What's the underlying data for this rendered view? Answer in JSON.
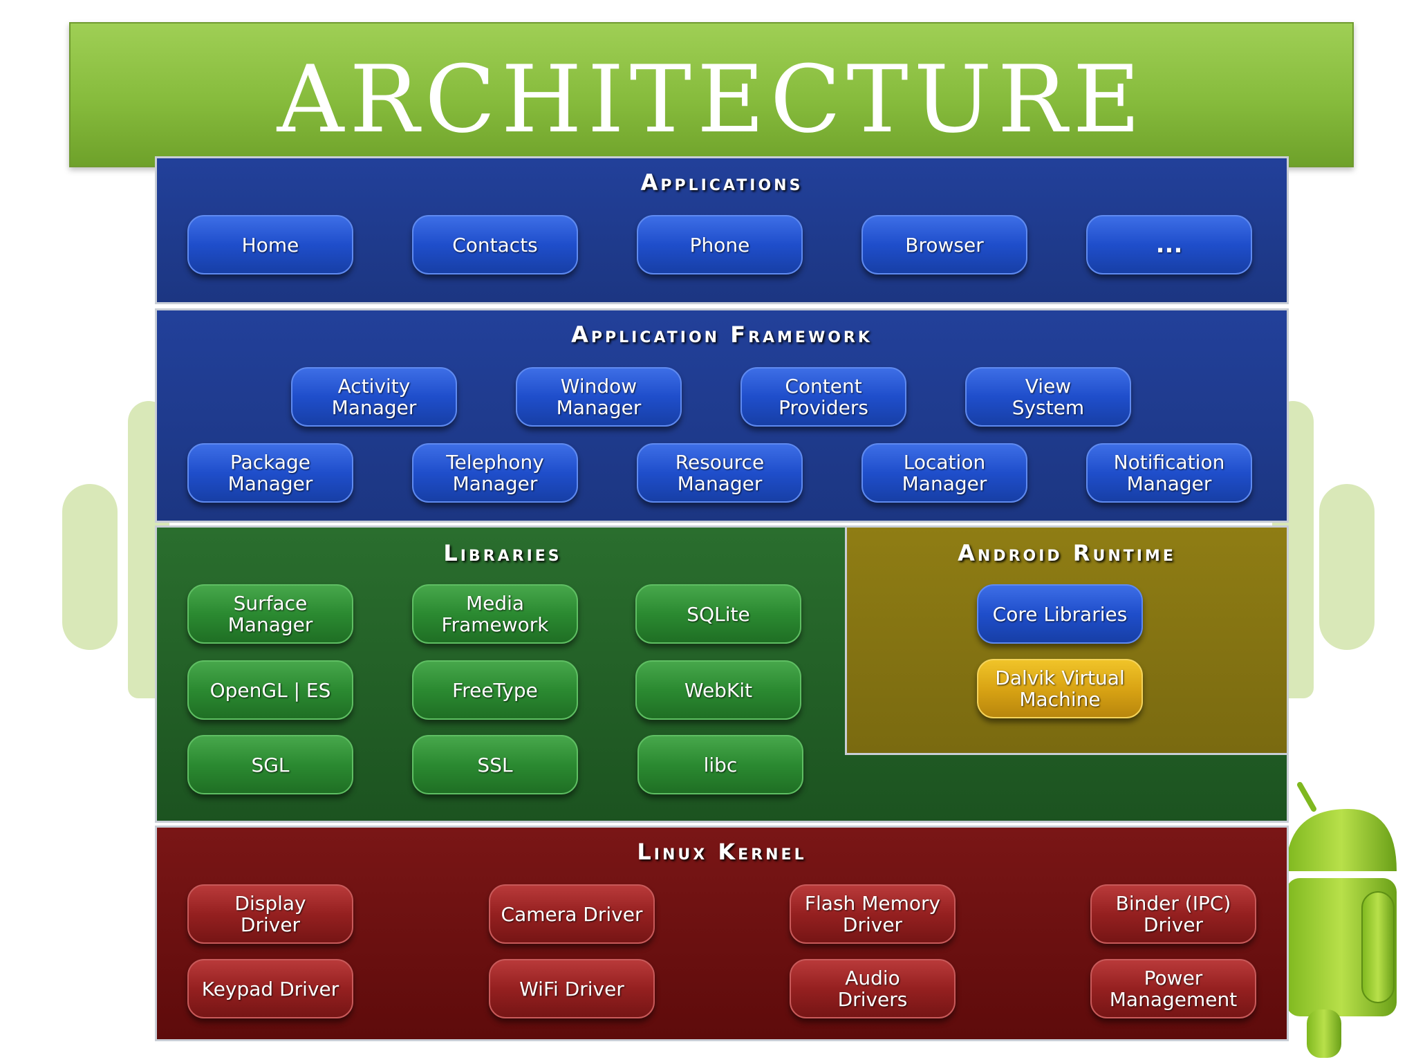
{
  "banner": {
    "title": "ARCHITECTURE"
  },
  "applications": {
    "title": "Applications",
    "items": [
      "Home",
      "Contacts",
      "Phone",
      "Browser",
      "..."
    ]
  },
  "framework": {
    "title": "Application Framework",
    "row1": [
      "Activity Manager",
      "Window\nManager",
      "Content\nProviders",
      "View\nSystem"
    ],
    "row2": [
      "Package Manager",
      "Telephony\nManager",
      "Resource\nManager",
      "Location\nManager",
      "Notification\nManager"
    ]
  },
  "libraries": {
    "title": "Libraries",
    "items": [
      "Surface Manager",
      "Media\nFramework",
      "SQLite",
      "OpenGL | ES",
      "FreeType",
      "WebKit",
      "SGL",
      "SSL",
      "libc"
    ]
  },
  "runtime": {
    "title": "Android Runtime",
    "items": [
      "Core Libraries",
      "Dalvik Virtual\nMachine"
    ]
  },
  "kernel": {
    "title": "Linux Kernel",
    "row1": [
      "Display\nDriver",
      "Camera Driver",
      "Flash Memory\nDriver",
      "Binder (IPC)\nDriver"
    ],
    "row2": [
      "Keypad Driver",
      "WiFi Driver",
      "Audio\nDrivers",
      "Power\nManagement"
    ]
  },
  "colors": {
    "banner_green": "#86bb3c",
    "applications_blue": "#1f3a8f",
    "libraries_green": "#1f5a23",
    "runtime_gold": "#8a7a14",
    "kernel_red": "#6e0f0f"
  }
}
